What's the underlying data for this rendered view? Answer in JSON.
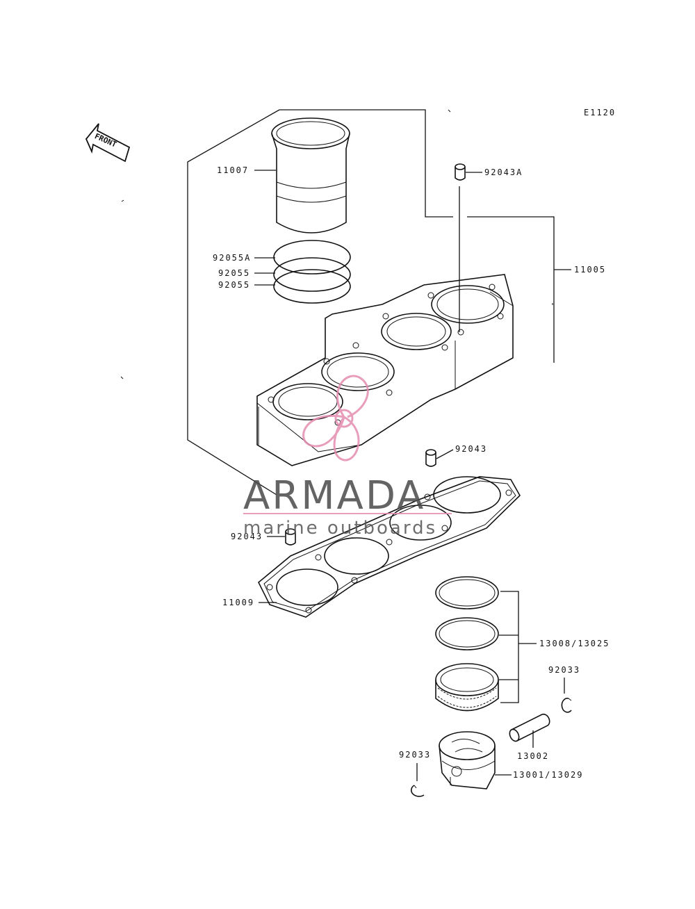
{
  "diagram_code": "E1120",
  "front_label": "FRONT",
  "parts": {
    "liner": "11007",
    "dowel_a": "92043A",
    "block": "11005",
    "ring_top": "92055A",
    "ring_mid": "92055",
    "ring_low": "92055",
    "dowel_right": "92043",
    "dowel_left": "92043",
    "gasket": "11009",
    "piston_rings": "13008/13025",
    "circlip_right": "92033",
    "pin": "13002",
    "circlip_left": "92033",
    "piston": "13001/13029"
  },
  "watermark": {
    "brand": "ARMADA",
    "tagline": "marine outboards",
    "colors": {
      "text": "#4a4a4a",
      "accent": "#e58cb0"
    }
  }
}
